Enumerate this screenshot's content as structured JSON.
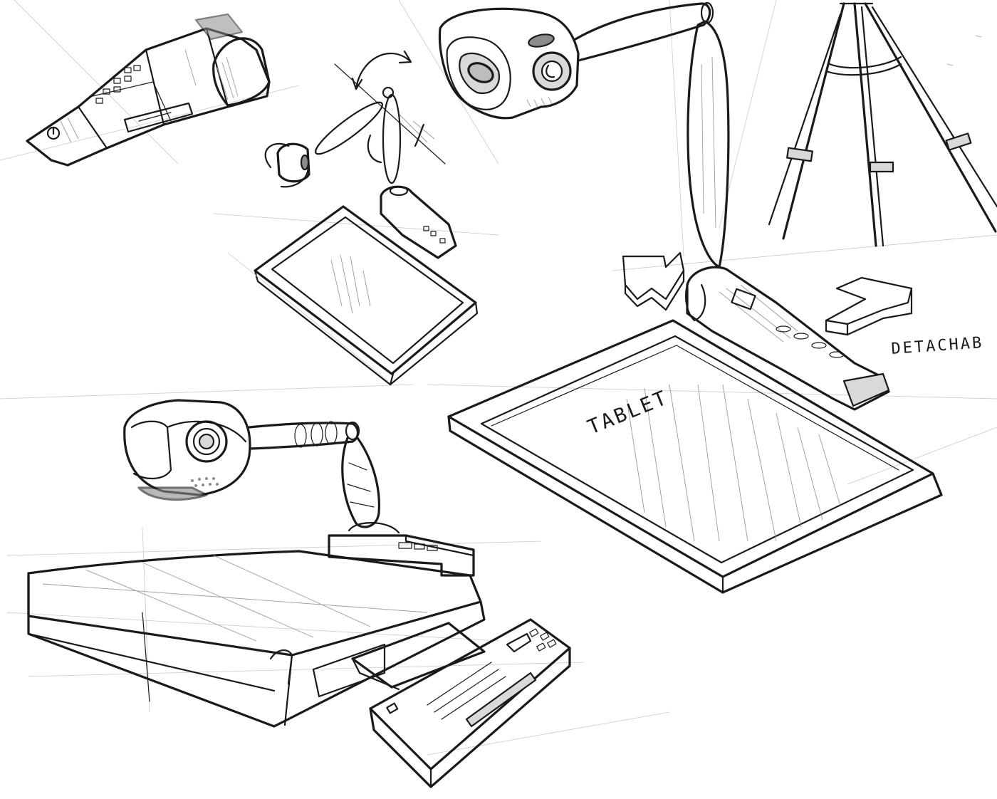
{
  "labels": {
    "tablet": "TABLET",
    "detachable": "DETACHAB"
  },
  "palette": {
    "ink": "#1a1a1a",
    "shading": "#9a9a9a",
    "construction_lines": "#c9c9c9",
    "paper": "#ffffff"
  },
  "icons": {
    "power_icon": "power-symbol",
    "arrow_icon": "3d-block-arrow",
    "rotation_icon": "curved-rotation-arrow"
  }
}
